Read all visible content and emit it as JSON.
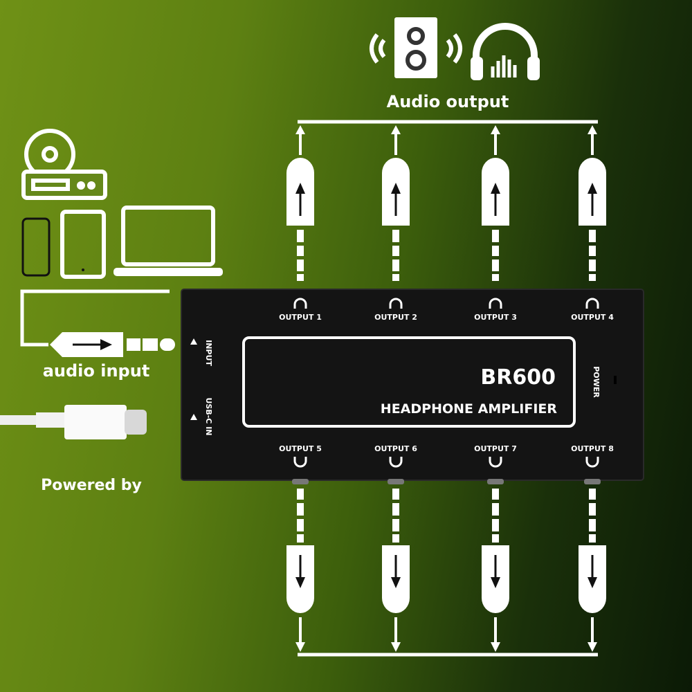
{
  "audio_output_label": "Audio output",
  "audio_input_label": "audio input",
  "powered_by_label": "Powered by",
  "device": {
    "model": "BR600",
    "subtitle": "HEADPHONE AMPLIFIER",
    "input_label": "INPUT",
    "usbc_label": "USB-C IN",
    "power_label": "POWER",
    "outputs_top": [
      "OUTPUT 1",
      "OUTPUT 2",
      "OUTPUT 3",
      "OUTPUT 4"
    ],
    "outputs_bottom": [
      "OUTPUT 5",
      "OUTPUT 6",
      "OUTPUT 7",
      "OUTPUT 8"
    ]
  },
  "icons": [
    "speaker-icon",
    "headphones-icon",
    "dvd-player-icon",
    "phone-icon",
    "tablet-icon",
    "laptop-icon",
    "usb-c-cable-icon"
  ],
  "colors": {
    "device_body": "#141414",
    "line": "#ffffff",
    "bg_left": "#6f9116",
    "bg_right": "#0b1a06"
  }
}
